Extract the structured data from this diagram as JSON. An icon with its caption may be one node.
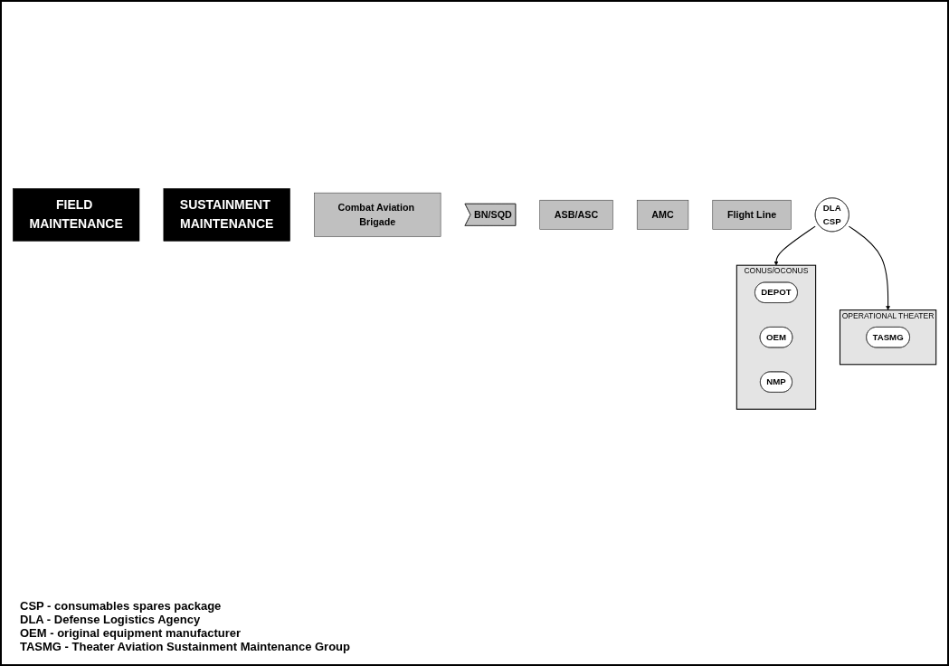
{
  "diagram": {
    "nodes": [
      {
        "text": [
          "FIELD MAINTENANCE"
        ]
      },
      {
        "text": [
          "SUSTAINMENT MAINTENANCE"
        ]
      },
      {
        "text": [
          "Combat Aviation Brigade"
        ]
      },
      {
        "text": [
          "BN/SQD"
        ]
      },
      {
        "text": [
          "ASB/ASC"
        ]
      },
      {
        "text": [
          "AMC"
        ]
      },
      {
        "text": [
          "Flight Line"
        ]
      },
      {
        "text": [
          "CONUS/OCONUS"
        ]
      },
      {
        "text": [
          "DEPOT"
        ],
        "in": 7
      },
      {
        "text": [
          "OEM"
        ],
        "in": 7
      },
      {
        "text": [
          "NMP"
        ],
        "in": 7
      },
      {
        "text": [
          "DLA",
          "CSP"
        ]
      },
      {
        "text": [
          "OPERATIONAL THEATER"
        ]
      },
      {
        "text": [
          "TASMG"
        ],
        "in": 12
      }
    ],
    "edges": [
      {
        "from": 11,
        "to": 7,
        "arrow": "to"
      },
      {
        "from": 11,
        "to": 12,
        "arrow": "to"
      }
    ],
    "labels": [
      "CSP - consumables spares package",
      "DLA - Defense Logistics Agency",
      "OEM - original equipment manufacturer",
      "TASMG - Theater Aviation Sustainment Maintenance Group"
    ]
  }
}
